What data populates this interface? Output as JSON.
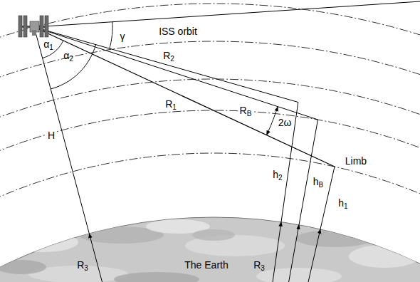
{
  "diagram": {
    "labels": [
      "ISS orbit",
      "γ",
      "α1",
      "α2",
      "R2",
      "RB",
      "2ω",
      "R1",
      "Limb",
      "H",
      "h2",
      "hB",
      "h1",
      "R3",
      "The Earth",
      "R3"
    ]
  }
}
